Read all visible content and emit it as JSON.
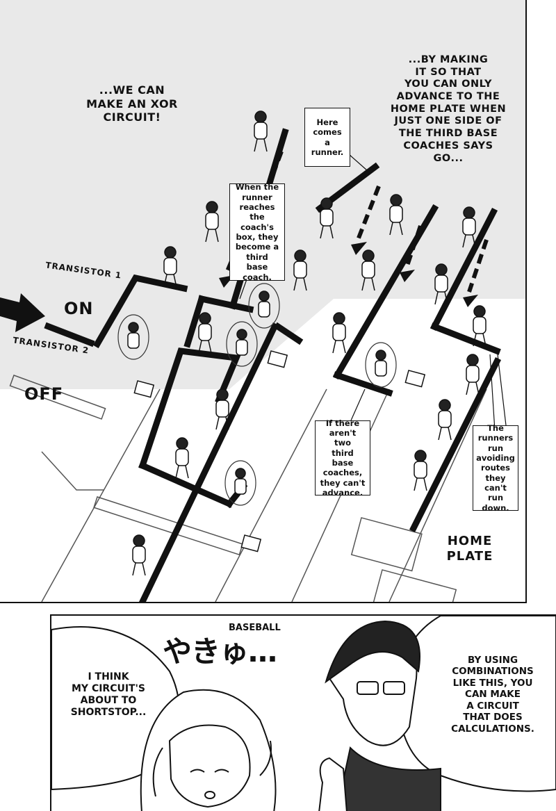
{
  "top_panel": {
    "narration_left": "...WE CAN\nMAKE AN XOR\nCIRCUIT!",
    "narration_right": "...BY MAKING\nIT SO THAT\nYOU CAN ONLY\nADVANCE TO THE\nHOME PLATE WHEN\nJUST ONE SIDE OF\nTHE THIRD BASE\nCOACHES SAYS\nGO...",
    "box_runner": "Here\ncomes a\nrunner.",
    "box_coach": "When the\nrunner\nreaches\nthe coach's\nbox, they\nbecome a\nthird base\ncoach.",
    "box_two_coaches": "If there\naren't two\nthird base\ncoaches,\nthey can't\nadvance.",
    "box_routes": "The\nrunners\nrun\navoiding\nroutes\nthey can't\nrun down.",
    "transistor1_label": "TRANSISTOR 1",
    "transistor1_state": "ON",
    "transistor2_label": "TRANSISTOR 2",
    "transistor2_state": "OFF",
    "home_plate_label": "HOME\nPLATE"
  },
  "bottom_panel": {
    "sfx": "やきゅ…",
    "sfx_gloss": "BASEBALL",
    "speech_girl": "I THINK\nMY CIRCUIT'S\nABOUT TO\nSHORTSTOP...",
    "speech_boy": "BY USING\nCOMBINATIONS\nLIKE THIS, YOU\nCAN MAKE\nA CIRCUIT\nTHAT DOES\nCALCULATIONS."
  }
}
